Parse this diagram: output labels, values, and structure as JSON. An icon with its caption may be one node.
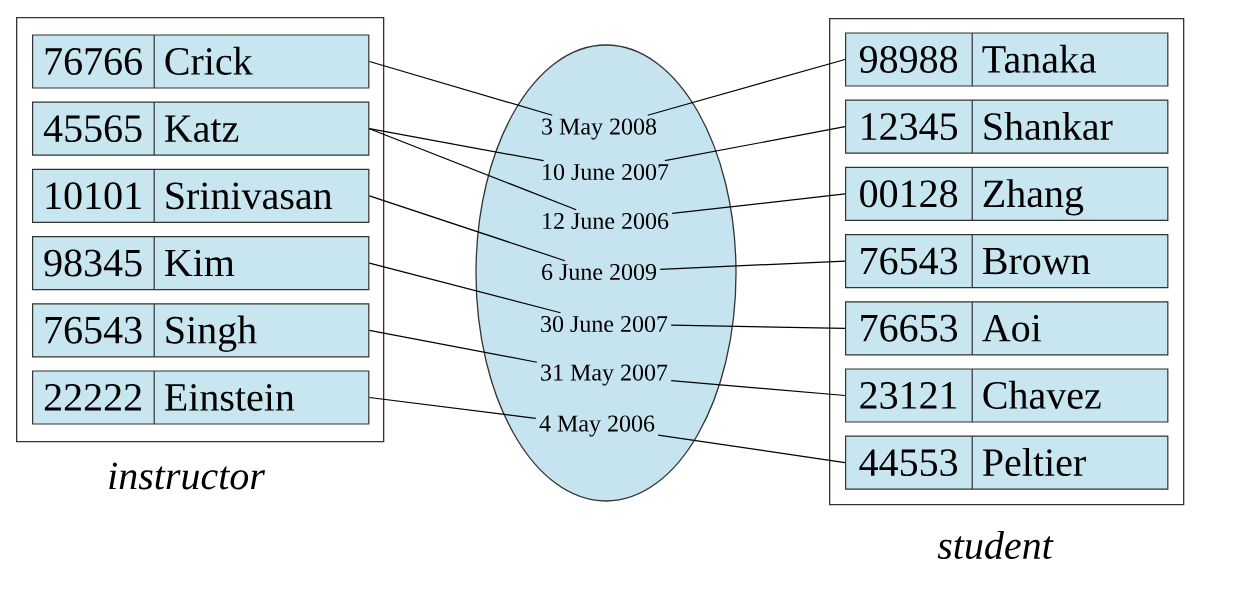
{
  "diagram": {
    "nodes": [
      {
        "text": [
          "instructor"
        ]
      },
      {
        "text": [
          "76766",
          "Crick"
        ],
        "in": 0
      },
      {
        "text": [
          "45565",
          "Katz"
        ],
        "in": 0
      },
      {
        "text": [
          "10101",
          "Srinivasan"
        ],
        "in": 0
      },
      {
        "text": [
          "98345",
          "Kim"
        ],
        "in": 0
      },
      {
        "text": [
          "76543",
          "Singh"
        ],
        "in": 0
      },
      {
        "text": [
          "22222",
          "Einstein"
        ],
        "in": 0
      },
      {
        "text": [],
        "shape": "ellipse"
      },
      {
        "text": [
          "3 May 2008"
        ],
        "in": 7
      },
      {
        "text": [
          "10 June 2007"
        ],
        "in": 7
      },
      {
        "text": [
          "12 June 2006"
        ],
        "in": 7
      },
      {
        "text": [
          "6 June 2009"
        ],
        "in": 7
      },
      {
        "text": [
          "30 June 2007"
        ],
        "in": 7
      },
      {
        "text": [
          "31 May 2007"
        ],
        "in": 7
      },
      {
        "text": [
          "4 May 2006"
        ],
        "in": 7
      },
      {
        "text": [
          "student"
        ]
      },
      {
        "text": [
          "98988",
          "Tanaka"
        ],
        "in": 15
      },
      {
        "text": [
          "12345",
          "Shankar"
        ],
        "in": 15
      },
      {
        "text": [
          "00128",
          "Zhang"
        ],
        "in": 15
      },
      {
        "text": [
          "76543",
          "Brown"
        ],
        "in": 15
      },
      {
        "text": [
          "76653",
          "Aoi"
        ],
        "in": 15
      },
      {
        "text": [
          "23121",
          "Chavez"
        ],
        "in": 15
      },
      {
        "text": [
          "44553",
          "Peltier"
        ],
        "in": 15
      }
    ],
    "edges": [
      {
        "from": 1,
        "to": 8,
        "arrow": "none"
      },
      {
        "from": 2,
        "to": 9,
        "arrow": "none"
      },
      {
        "from": 2,
        "to": 10,
        "arrow": "none"
      },
      {
        "from": 3,
        "to": 11,
        "arrow": "none"
      },
      {
        "from": 4,
        "to": 12,
        "arrow": "none"
      },
      {
        "from": 5,
        "to": 13,
        "arrow": "none"
      },
      {
        "from": 6,
        "to": 14,
        "arrow": "none"
      },
      {
        "from": 8,
        "to": 16,
        "arrow": "none"
      },
      {
        "from": 9,
        "to": 17,
        "arrow": "none"
      },
      {
        "from": 10,
        "to": 18,
        "arrow": "none"
      },
      {
        "from": 11,
        "to": 19,
        "arrow": "none"
      },
      {
        "from": 12,
        "to": 20,
        "arrow": "none"
      },
      {
        "from": 13,
        "to": 21,
        "arrow": "none"
      },
      {
        "from": 14,
        "to": 22,
        "arrow": "none"
      }
    ]
  }
}
